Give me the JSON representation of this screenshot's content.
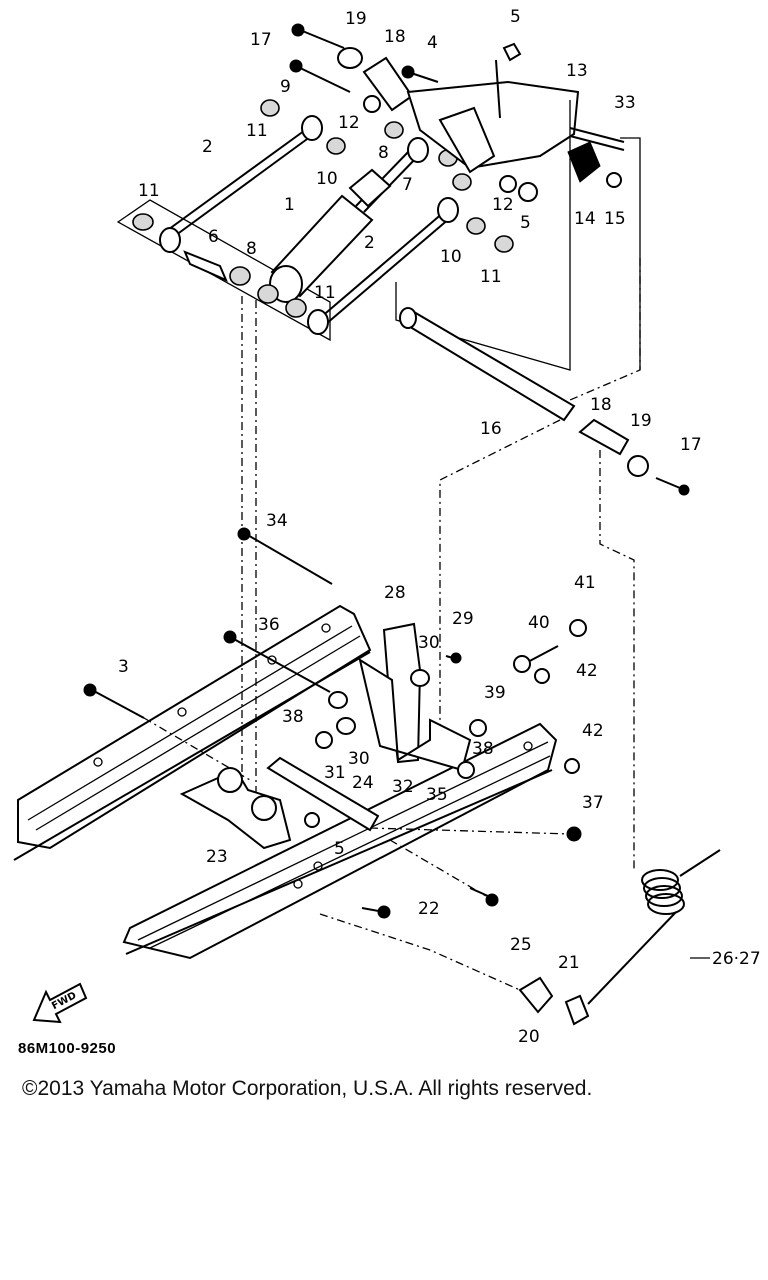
{
  "diagram": {
    "callouts": [
      {
        "id": "c17a",
        "text": "17"
      },
      {
        "id": "c19a",
        "text": "19"
      },
      {
        "id": "c18a",
        "text": "18"
      },
      {
        "id": "c4",
        "text": "4"
      },
      {
        "id": "c5a",
        "text": "5"
      },
      {
        "id": "c13",
        "text": "13"
      },
      {
        "id": "c9",
        "text": "9"
      },
      {
        "id": "c33",
        "text": "33"
      },
      {
        "id": "c12a",
        "text": "12"
      },
      {
        "id": "c11a",
        "text": "11"
      },
      {
        "id": "c2a",
        "text": "2"
      },
      {
        "id": "c8a",
        "text": "8"
      },
      {
        "id": "c10a",
        "text": "10"
      },
      {
        "id": "c7",
        "text": "7"
      },
      {
        "id": "c1",
        "text": "1"
      },
      {
        "id": "c12b",
        "text": "12"
      },
      {
        "id": "c5b",
        "text": "5"
      },
      {
        "id": "c14",
        "text": "14"
      },
      {
        "id": "c15",
        "text": "15"
      },
      {
        "id": "c11b",
        "text": "11"
      },
      {
        "id": "c6",
        "text": "6"
      },
      {
        "id": "c8b",
        "text": "8"
      },
      {
        "id": "c2b",
        "text": "2"
      },
      {
        "id": "c10b",
        "text": "10"
      },
      {
        "id": "c11c",
        "text": "11"
      },
      {
        "id": "c11d",
        "text": "11"
      },
      {
        "id": "c16",
        "text": "16"
      },
      {
        "id": "c18b",
        "text": "18"
      },
      {
        "id": "c19b",
        "text": "19"
      },
      {
        "id": "c17b",
        "text": "17"
      },
      {
        "id": "c34",
        "text": "34"
      },
      {
        "id": "c28",
        "text": "28"
      },
      {
        "id": "c41",
        "text": "41"
      },
      {
        "id": "c29",
        "text": "29"
      },
      {
        "id": "c40",
        "text": "40"
      },
      {
        "id": "c36",
        "text": "36"
      },
      {
        "id": "c30a",
        "text": "30"
      },
      {
        "id": "c42a",
        "text": "42"
      },
      {
        "id": "c3",
        "text": "3"
      },
      {
        "id": "c39",
        "text": "39"
      },
      {
        "id": "c38a",
        "text": "38"
      },
      {
        "id": "c30b",
        "text": "30"
      },
      {
        "id": "c42b",
        "text": "42"
      },
      {
        "id": "c31",
        "text": "31"
      },
      {
        "id": "c38b",
        "text": "38"
      },
      {
        "id": "c24",
        "text": "24"
      },
      {
        "id": "c32",
        "text": "32"
      },
      {
        "id": "c35",
        "text": "35"
      },
      {
        "id": "c37",
        "text": "37"
      },
      {
        "id": "c23",
        "text": "23"
      },
      {
        "id": "c5c",
        "text": "5"
      },
      {
        "id": "c22",
        "text": "22"
      },
      {
        "id": "c25",
        "text": "25"
      },
      {
        "id": "c2627",
        "text": "26·27"
      },
      {
        "id": "c21",
        "text": "21"
      },
      {
        "id": "c20",
        "text": "20"
      }
    ],
    "fwd_label": "FWD",
    "code": "86M100-9250"
  },
  "footer": {
    "copyright": "©2013 Yamaha Motor Corporation, U.S.A. All rights reserved."
  }
}
